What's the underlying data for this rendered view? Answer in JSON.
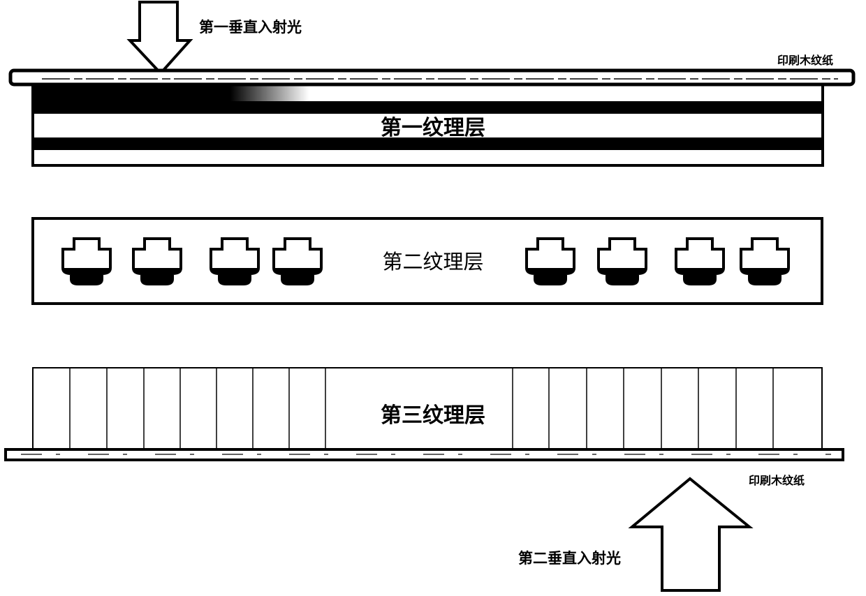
{
  "labels": {
    "first_light": "第一垂直入射光",
    "second_light": "第二垂直入射光",
    "top_paper": "印刷木纹纸",
    "bottom_paper": "印刷木纹纸",
    "layer1": "第一纹理层",
    "layer2": "第二纹理层",
    "layer3": "第三纹理层"
  },
  "colors": {
    "ink": "#000000",
    "background": "#ffffff"
  }
}
